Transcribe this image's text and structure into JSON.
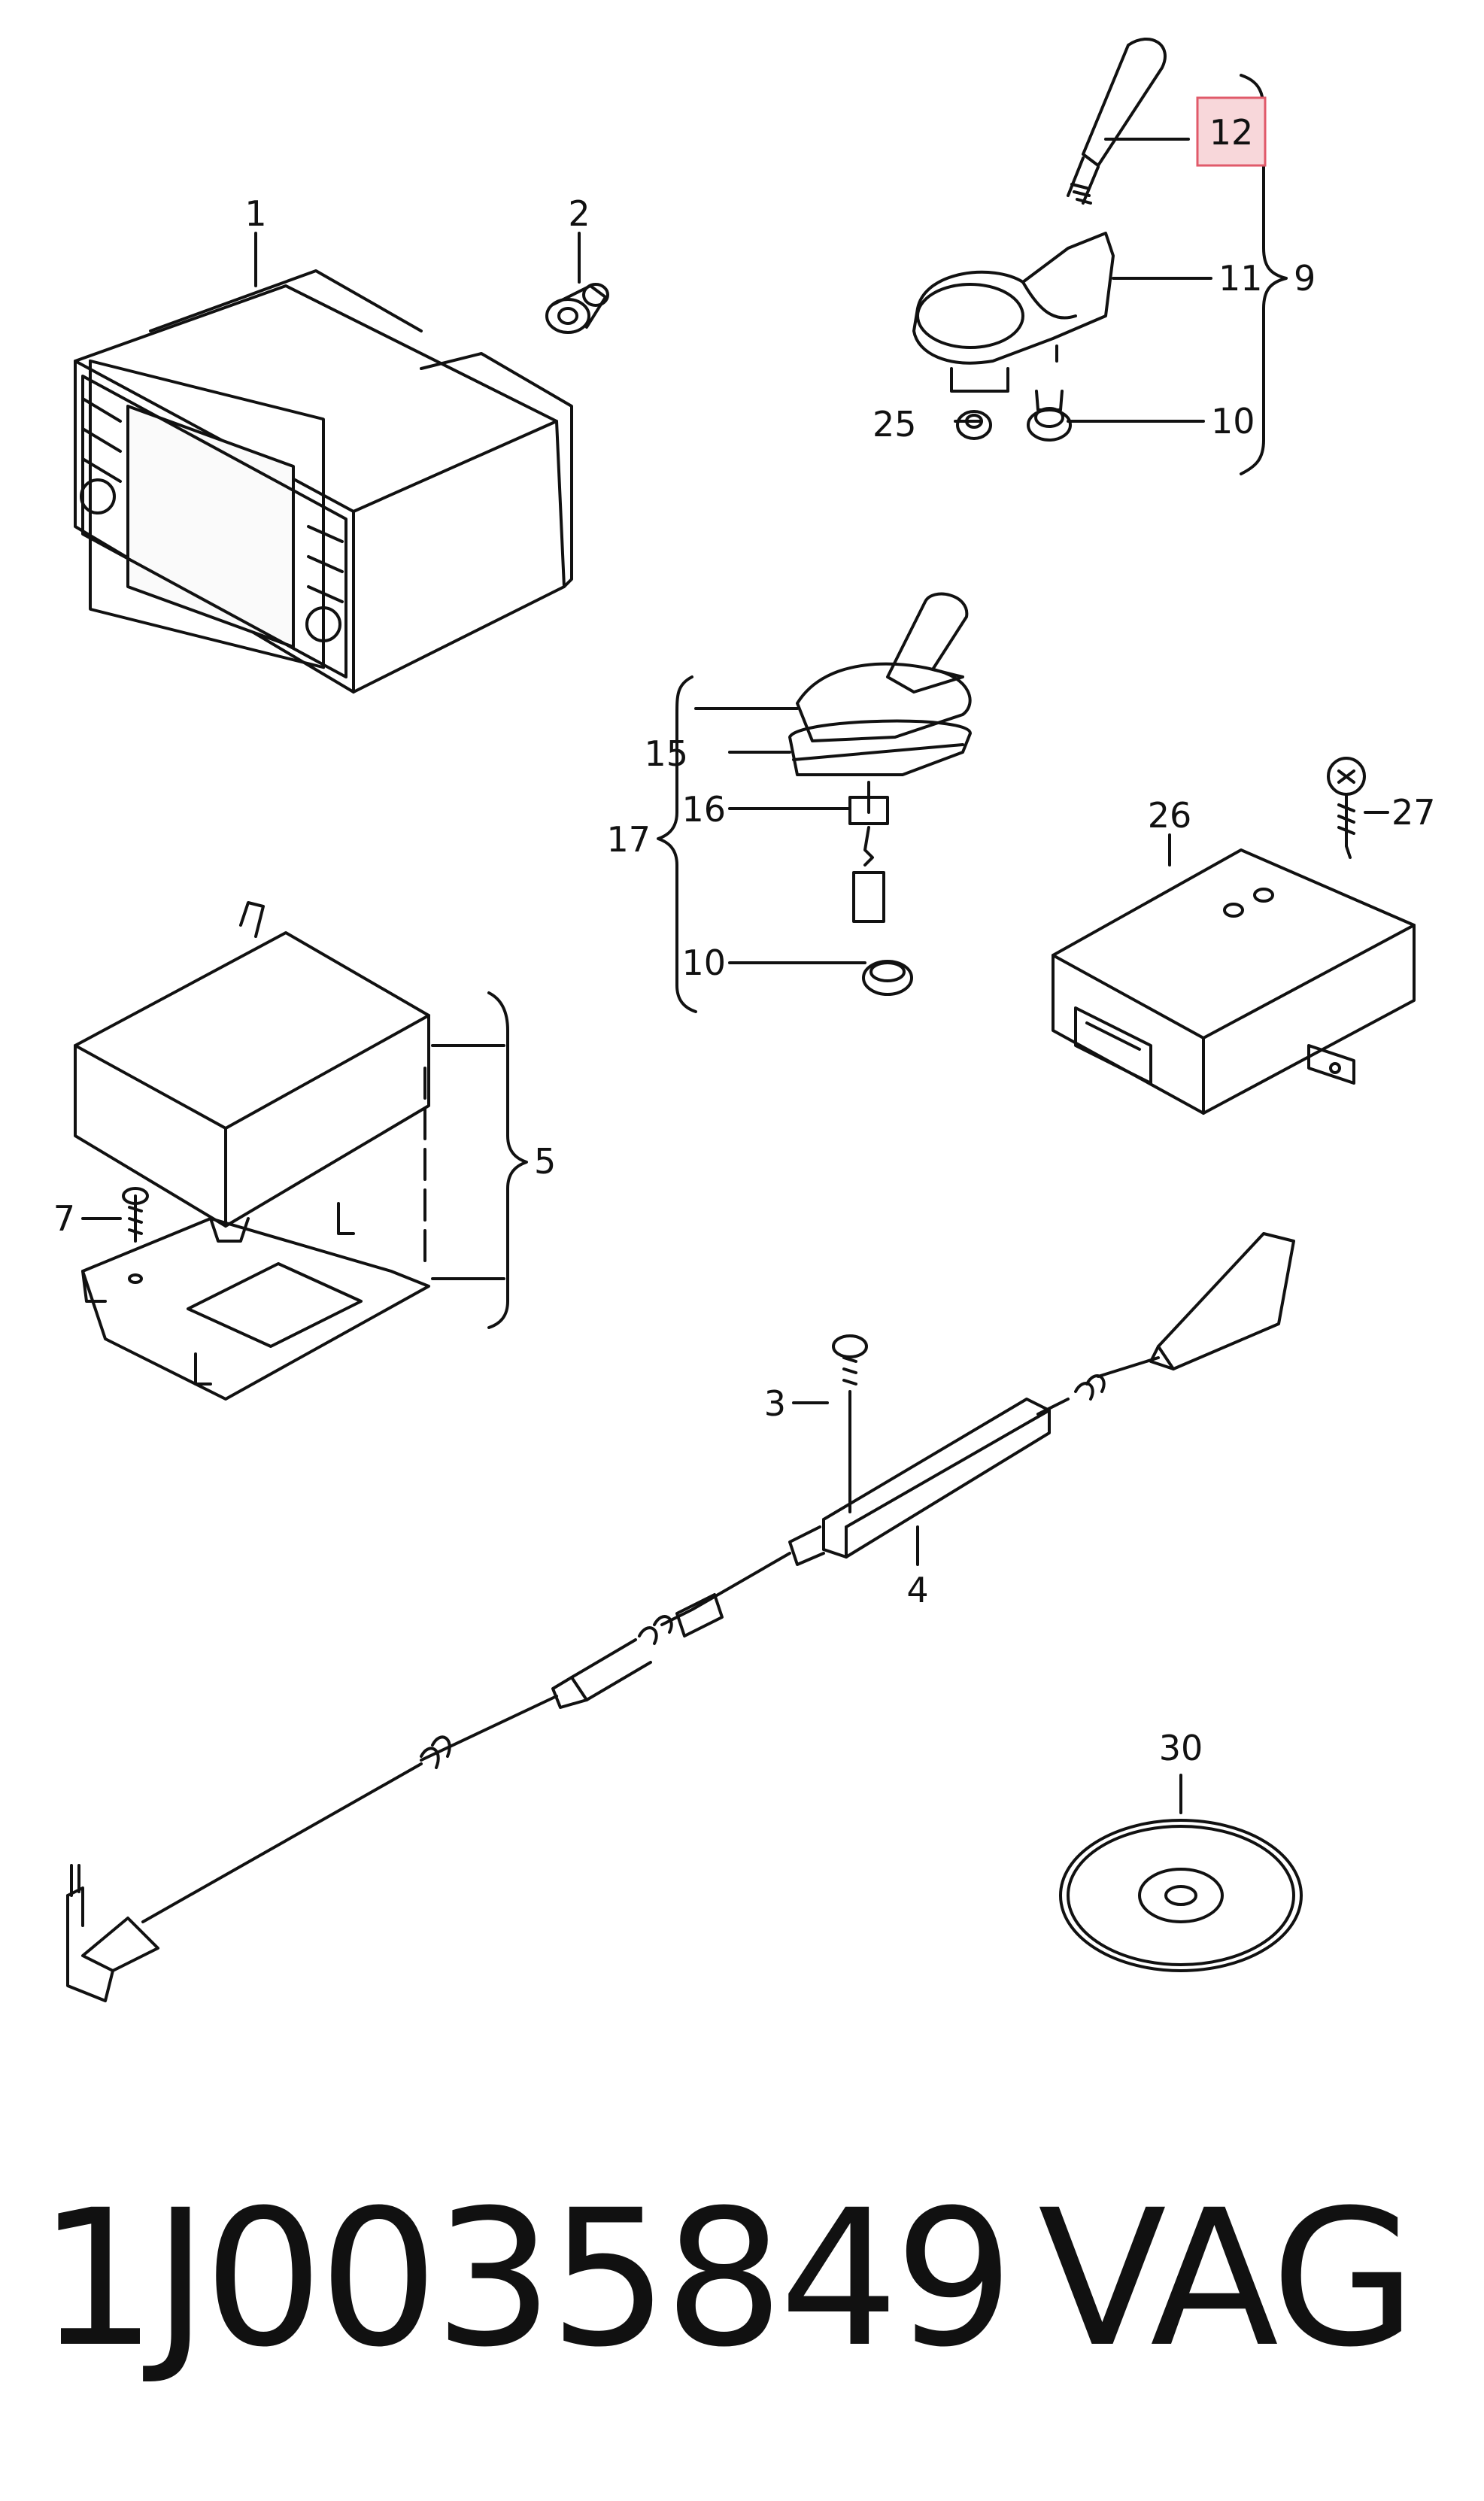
{
  "diagram": {
    "callouts": {
      "c1": "1",
      "c2": "2",
      "c3": "3",
      "c4": "4",
      "c5": "5",
      "c7": "7",
      "c9": "9",
      "c10a": "10",
      "c10b": "10",
      "c11": "11",
      "c12": "12",
      "c15": "15",
      "c16": "16",
      "c17": "17",
      "c25": "25",
      "c26": "26",
      "c27": "27",
      "c30": "30"
    },
    "highlighted_callout": "12",
    "highlight_color": "#f8d7da",
    "highlight_border_color": "#e05a6a"
  },
  "footer": {
    "part_number": "1J0035849",
    "brand": "VAG"
  }
}
